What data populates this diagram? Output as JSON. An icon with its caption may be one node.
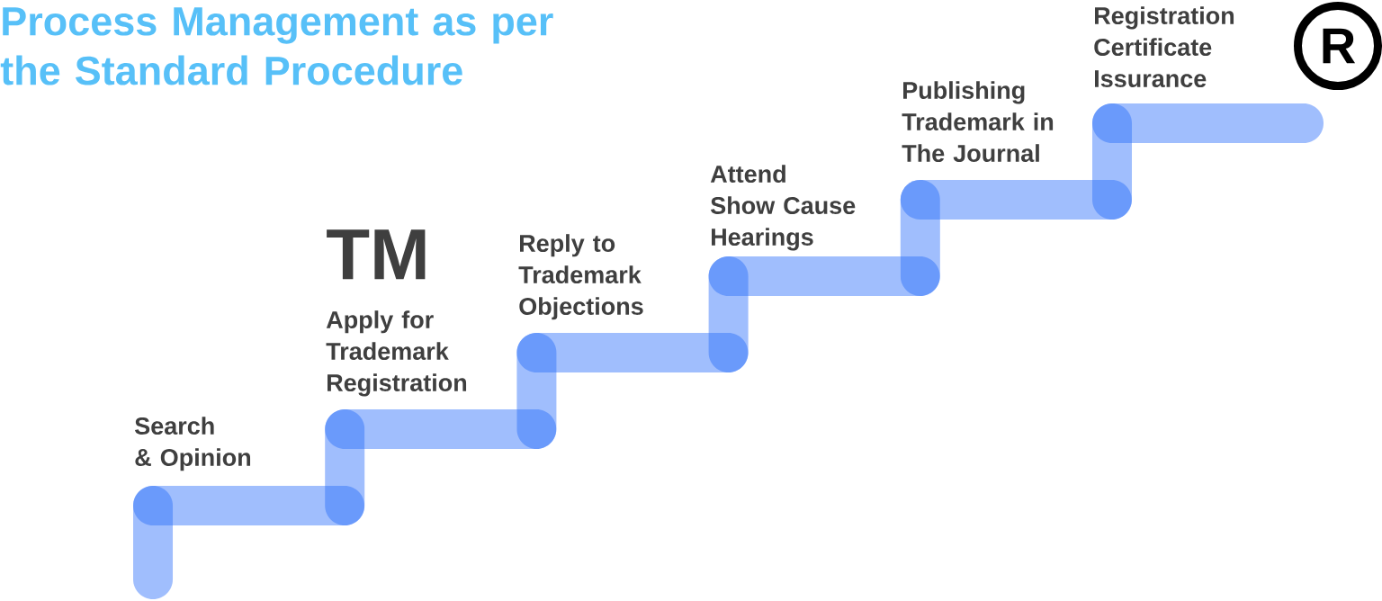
{
  "diagram": {
    "title": "Process Management as per the Standard Procedure",
    "nodes": [
      {
        "text": [
          "R"
        ]
      }
    ],
    "labels": [
      "Search & Opinion",
      "TM",
      "Apply for Trademark Registration",
      "Reply to Trademark Objections",
      "Attend Show Cause Hearings",
      "Publishing Trademark in The Journal",
      "Registration Certificate Issurance"
    ]
  }
}
